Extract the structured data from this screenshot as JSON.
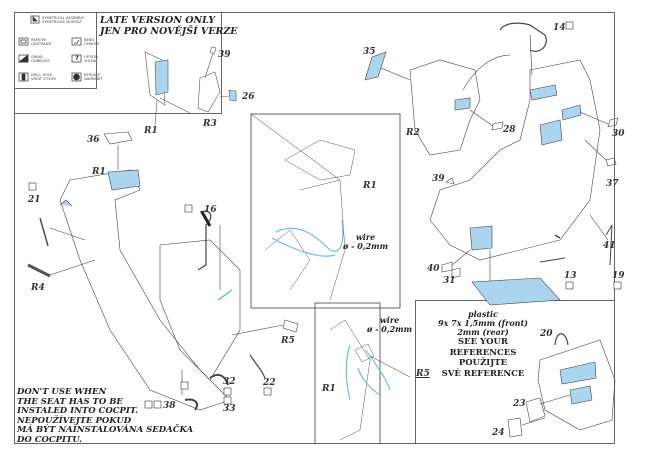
{
  "legend": {
    "items": [
      {
        "icon": "symmetrical-assembly-icon",
        "glyph": "◣",
        "text": "SYMETRICAL ASSEMBLY\nSYMETRICKÁ MONTÁŽ"
      },
      {
        "icon": "remove-icon",
        "glyph": "▱",
        "text": "REMOVE\nODSTRANIT"
      },
      {
        "icon": "bend-icon",
        "glyph": "⌐",
        "text": "BEND\nOHNOUT"
      },
      {
        "icon": "grind-icon",
        "glyph": "◢",
        "text": "GRIND\nODBRUSIT"
      },
      {
        "icon": "option-icon",
        "glyph": "?",
        "text": "OPTION\nVOLBA"
      },
      {
        "icon": "drill-hole-icon",
        "glyph": "▮",
        "text": "DRILL HOLE\nVRTAT OTVOR"
      },
      {
        "icon": "replace-icon",
        "glyph": "❂",
        "text": "REPLACE\nNAHRADIT"
      }
    ]
  },
  "late_version": {
    "line1": "LATE VERSION ONLY",
    "line2": "JEN PRO NOVĚJŠÍ VERZE"
  },
  "warning": {
    "lines": [
      "DON'T USE WHEN",
      "THE SEAT HAS TO BE",
      "INSTALED INTO COCPIT.",
      "NEPOUŽÍVEJTE POKUD",
      "MÁ BÝT NAINSTALOVÁNA SEDAČKA",
      "DO COCPITU."
    ]
  },
  "wire_note_1": {
    "line1": "wire",
    "line2": "ø - 0,2mm"
  },
  "wire_note_2": {
    "line1": "wire",
    "line2": "ø - 0,2mm"
  },
  "plastic_note": {
    "line1": "plastic",
    "line2": "9x 7x 1,5mm (front)",
    "line3": "2mm (rear)",
    "line4": "SEE YOUR",
    "line5": "REFERENCES",
    "line6": "POUŽIJTE",
    "line7": "SVÉ REFERENCE"
  },
  "part_labels": {
    "p39a": "39",
    "p26": "26",
    "r1a": "R1",
    "r3": "R3",
    "p36": "36",
    "r1b": "R1",
    "p21": "21",
    "r4": "R4",
    "p16": "16",
    "r5a": "R5",
    "p32": "32",
    "p33": "33",
    "p38": "38",
    "p22": "22",
    "r1c": "R1",
    "r1d": "R1",
    "r5b": "R5",
    "p35": "35",
    "p14": "14",
    "r2": "R2",
    "p28": "28",
    "p30": "30",
    "p37": "37",
    "p39b": "39",
    "p41": "41",
    "p40": "40",
    "p31": "31",
    "p13": "13",
    "p19": "19",
    "p20": "20",
    "p23": "23",
    "p24": "24"
  },
  "colors": {
    "photo_etch_blue": "#a9d6ee",
    "wire_blue": "#6cc0e4",
    "line": "#333333",
    "frame": "#666666"
  }
}
